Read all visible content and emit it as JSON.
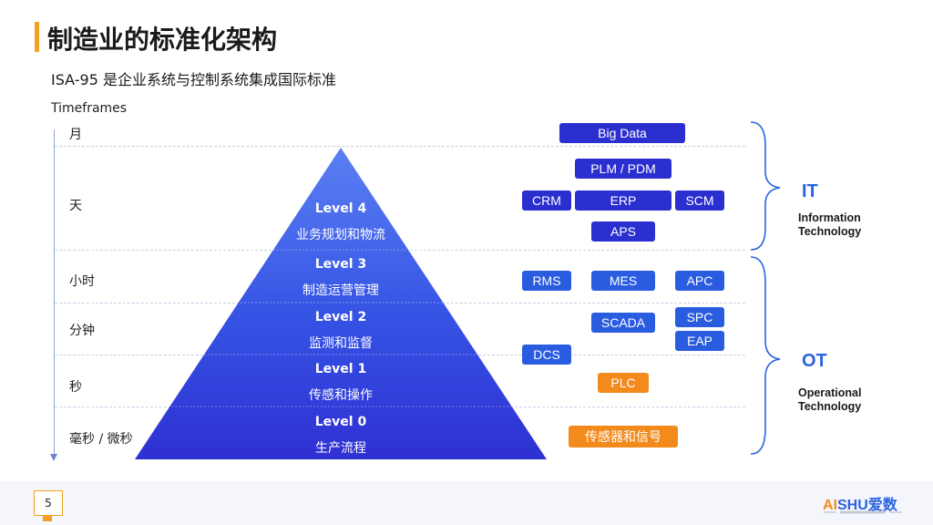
{
  "header": {
    "title": "制造业的标准化架构",
    "subtitle": "ISA-95 是企业系统与控制系统集成国际标准"
  },
  "timeframes": {
    "label": "Timeframes",
    "rows": [
      "月",
      "天",
      "小时",
      "分钟",
      "秒",
      "毫秒 / 微秒"
    ]
  },
  "pyramid": {
    "levels": [
      {
        "name": "Level 4",
        "desc": "业务规划和物流"
      },
      {
        "name": "Level 3",
        "desc": "制造运营管理"
      },
      {
        "name": "Level 2",
        "desc": "监测和监督"
      },
      {
        "name": "Level 1",
        "desc": "传感和操作"
      },
      {
        "name": "Level 0",
        "desc": "生产流程"
      }
    ]
  },
  "systems": {
    "big_data": "Big Data",
    "plm": "PLM / PDM",
    "crm": "CRM",
    "erp": "ERP",
    "scm": "SCM",
    "aps": "APS",
    "rms": "RMS",
    "mes": "MES",
    "apc": "APC",
    "scada": "SCADA",
    "spc": "SPC",
    "eap": "EAP",
    "dcs": "DCS",
    "plc": "PLC",
    "sensors": "传感器和信号"
  },
  "groups": {
    "it": {
      "abbr": "IT",
      "line1": "Information",
      "line2": "Technology"
    },
    "ot": {
      "abbr": "OT",
      "line1": "Operational",
      "line2": "Technology"
    }
  },
  "footer": {
    "page": "5",
    "logo_ai": "AI",
    "logo_rest": "SHU爱数"
  },
  "colors": {
    "accent": "#f5a020",
    "blue_dark": "#2b2fcf",
    "blue": "#2a5ce0",
    "orange": "#f28a1c",
    "brace": "#2a63e0"
  }
}
